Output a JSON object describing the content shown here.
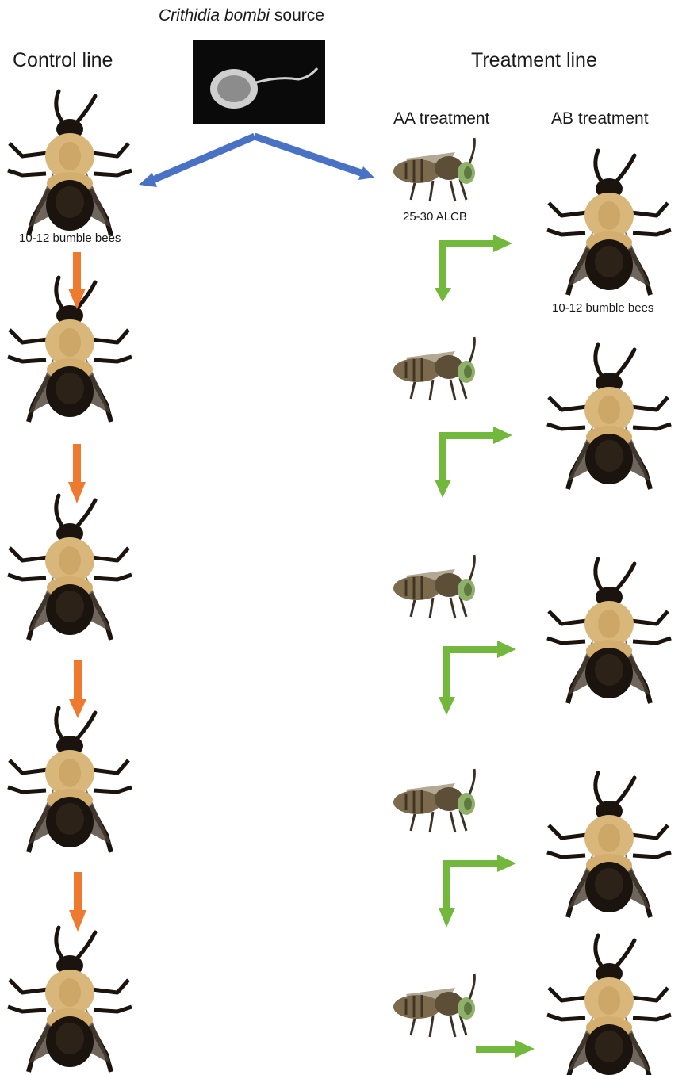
{
  "source": {
    "italic": "Crithidia bombi",
    "rest": " source"
  },
  "headings": {
    "control": "Control line",
    "treatment": "Treatment line",
    "aa": "AA treatment",
    "ab": "AB treatment"
  },
  "notes": {
    "control_count": "10-12 bumble bees",
    "aa_count": "25-30 ALCB",
    "ab_count": "10-12 bumble bees"
  },
  "colors": {
    "blue_arrow": "#4a72c4",
    "orange_arrow": "#ee7a30",
    "green_arrow": "#72b83c",
    "bee_dark": "#1b140e",
    "bee_tan": "#d9b77a",
    "sweat_bee_body": "#7c6a4c",
    "sweat_bee_head": "#8fb06a"
  },
  "icons": {
    "source": "parasite-micrograph-icon",
    "bumble_bee": "bumble-bee-icon",
    "sweat_bee": "sweat-bee-icon"
  }
}
